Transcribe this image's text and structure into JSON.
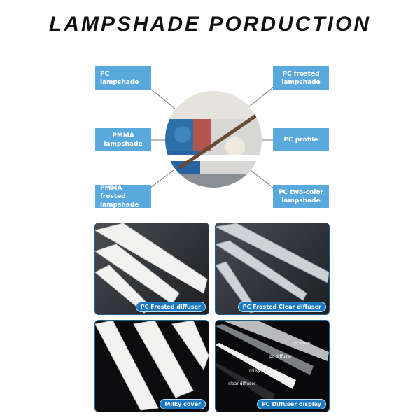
{
  "title": "LAMPSHADE PORDUCTION",
  "labels": {
    "pc_lampshade": "PC lampshade",
    "pmma_lampshade": "PMMA lampshade",
    "pmma_frosted": "PMMA frosted lampshade",
    "pc_frosted": "PC frosted lampshade",
    "pc_profile": "PC profile",
    "pc_two_color": "PC two-color lampshade"
  },
  "panels": [
    "PC Frosted diffuser",
    "PC Frosted Clear diffuser",
    "Milky cover",
    "PC Diffuser display"
  ],
  "display_labels": {
    "pc_cover": "pc cover",
    "pc_diffuser": "pc diffuser",
    "milky_diffuser": "milky diffuser",
    "clear_diffuser": "clear diffuser"
  }
}
